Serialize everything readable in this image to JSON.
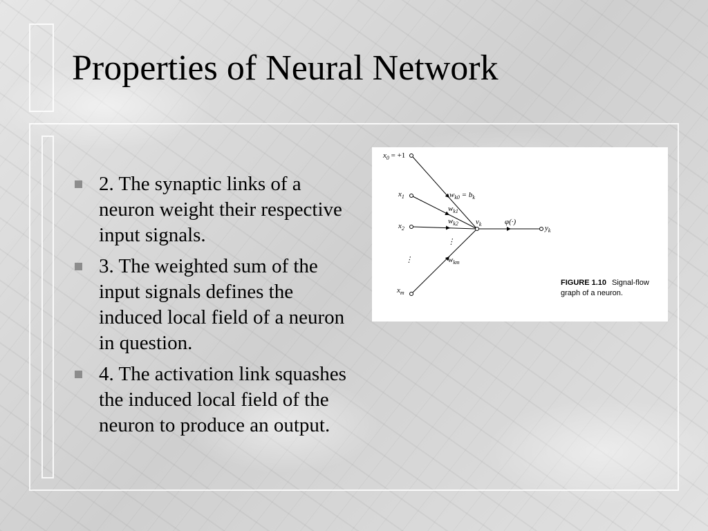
{
  "slide": {
    "title": "Properties of Neural Network",
    "bullets": [
      "2. The synaptic links of a neuron weight their respective input signals.",
      "3. The weighted sum of the input signals defines the induced local field of a neuron in question.",
      "4. The activation link squashes the induced local field of the neuron to produce an output."
    ]
  },
  "figure": {
    "labels": {
      "x0": "x",
      "x0_sub": "0",
      "x0_value": " = +1",
      "x1": "x",
      "x1_sub": "1",
      "x2": "x",
      "x2_sub": "2",
      "xm": "x",
      "xm_sub": "m",
      "wk0": "w",
      "wk0_sub": "k0",
      "bk_eq": " = b",
      "bk_sub": "k",
      "wk1": "w",
      "wk1_sub": "k1",
      "wk2": "w",
      "wk2_sub": "k2",
      "wkm": "w",
      "wkm_sub": "km",
      "vk": "v",
      "vk_sub": "k",
      "phi": "φ(·)",
      "yk": "y",
      "yk_sub": "k",
      "vdots": "⋮"
    },
    "caption_bold": "FIGURE 1.10",
    "caption_rest": "Signal-flow",
    "caption_line2": "graph of a neuron."
  },
  "colors": {
    "bullet": "#8c8c8c",
    "figure_bg": "#ffffff",
    "text": "#000000"
  }
}
